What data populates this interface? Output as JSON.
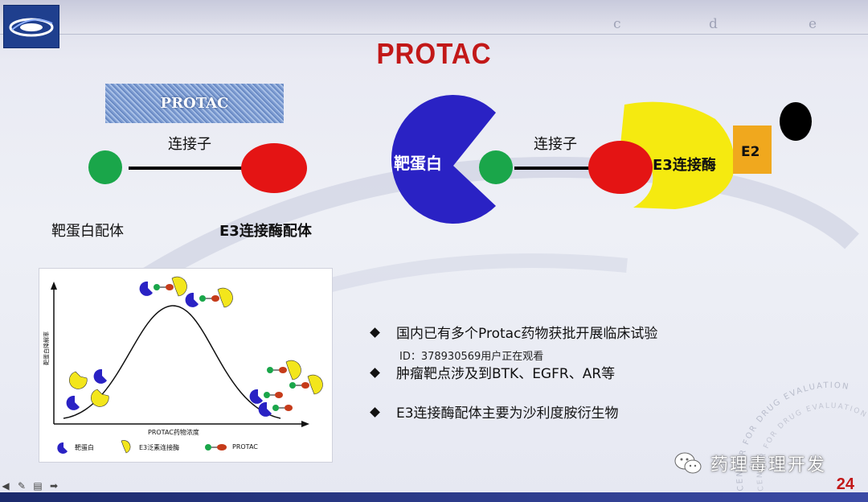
{
  "slide": {
    "title": "PROTAC",
    "header_letters": [
      "c",
      "d",
      "e"
    ],
    "page_number": "24"
  },
  "left_diagram": {
    "protac_box_label": "PROTAC",
    "linker_label": "连接子",
    "target_ligand_label": "靶蛋白配体",
    "e3_ligand_label": "E3连接酶配体"
  },
  "right_diagram": {
    "target_protein_label": "靶蛋白",
    "linker_label": "连接子",
    "e3_ligase_label": "E3连接酶",
    "e2_label": "E2"
  },
  "inset_chart": {
    "x_axis_label": "PROTAC药物浓度",
    "y_axis_label": "靶蛋白降解率",
    "legend": [
      {
        "label": "靶蛋白"
      },
      {
        "label": "E3泛素连接酶"
      },
      {
        "label": "PROTAC"
      }
    ]
  },
  "bullets": [
    "国内已有多个Protac药物获批开展临床试验",
    "肿瘤靶点涉及到BTK、EGFR、AR等",
    "E3连接酶配体主要为沙利度胺衍生物"
  ],
  "overlay": {
    "viewer_notice": "ID：378930569用户正在观看",
    "account_name": "药理毒理开发",
    "stamp_text": "CENTER FOR DRUG EVALUATION"
  },
  "colors": {
    "title_red": "#c21818",
    "target_blue": "#2a22c4",
    "ligand_green": "#1aa64a",
    "ligand_red": "#e41414",
    "e3_yellow": "#f5ea10",
    "e2_orange": "#f0a81e"
  }
}
